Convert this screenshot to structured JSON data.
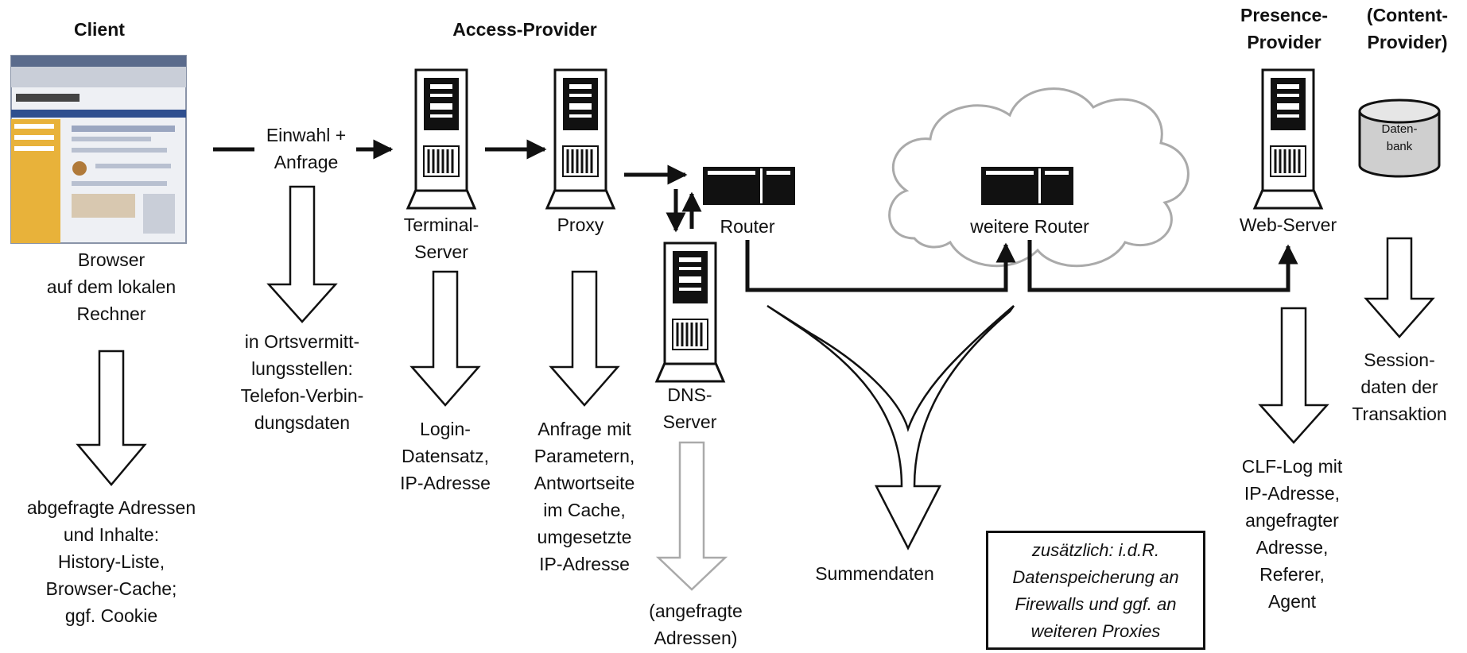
{
  "headers": {
    "client": "Client",
    "access_provider": "Access-Provider",
    "presence_provider": [
      "Presence-",
      "Provider"
    ],
    "content_provider": [
      "(Content-",
      "Provider)"
    ]
  },
  "nodes": {
    "browser": [
      "Browser",
      "auf dem lokalen",
      "Rechner"
    ],
    "terminal_server": [
      "Terminal-",
      "Server"
    ],
    "proxy": "Proxy",
    "router": "Router",
    "dns_server": [
      "DNS-",
      "Server"
    ],
    "weitere_router": "weitere Router",
    "web_server": "Web-Server",
    "datenbank": [
      "Daten-",
      "bank"
    ]
  },
  "flows": {
    "einwahl": [
      "Einwahl +",
      "Anfrage"
    ]
  },
  "data_stores": {
    "client": [
      "abgefragte Adressen",
      "und Inhalte:",
      "History-Liste,",
      "Browser-Cache;",
      "ggf. Cookie"
    ],
    "ortsvermittlung": [
      "in Ortsvermitt-",
      "lungsstellen:",
      "Telefon-Verbin-",
      "dungsdaten"
    ],
    "terminal": [
      "Login-",
      "Datensatz,",
      "IP-Adresse"
    ],
    "proxy": [
      "Anfrage mit",
      "Parametern,",
      "Antwortseite",
      "im Cache,",
      "umgesetzte",
      "IP-Adresse"
    ],
    "dns": [
      "(angefragte",
      "Adressen)"
    ],
    "router": "Summendaten",
    "web_server": [
      "CLF-Log mit",
      "IP-Adresse,",
      "angefragter",
      "Adresse,",
      "Referer,",
      "Agent"
    ],
    "session": [
      "Session-",
      "daten der",
      "Transaktion"
    ]
  },
  "note": [
    "zusätzlich: i.d.R.",
    "Datenspeicherung an",
    "Firewalls und ggf. an",
    "weiteren Proxies"
  ]
}
